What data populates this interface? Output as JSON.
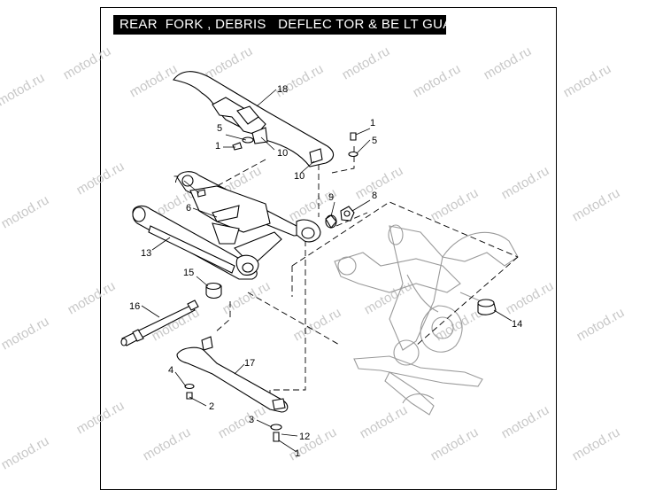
{
  "title": "REAR  FORK , DEBRIS   DEFLEC TOR & BE LT GUARD",
  "watermark": "motod.ru",
  "callouts": {
    "c18": "18",
    "c1a": "1",
    "c5a": "5",
    "c5b": "5",
    "c1b": "1",
    "c10a": "10",
    "c10b": "10",
    "c7": "7",
    "c9": "9",
    "c8": "8",
    "c6": "6",
    "c13": "13",
    "c15": "15",
    "c16": "16",
    "c14": "14",
    "c17": "17",
    "c4": "4",
    "c2": "2",
    "c3": "3",
    "c12": "12",
    "c1c": "1"
  },
  "colors": {
    "line": "#000000",
    "ghost": "#9a9a9a",
    "watermark": "#c8c8c8",
    "title_bg": "#000000",
    "title_text": "#ffffff"
  }
}
